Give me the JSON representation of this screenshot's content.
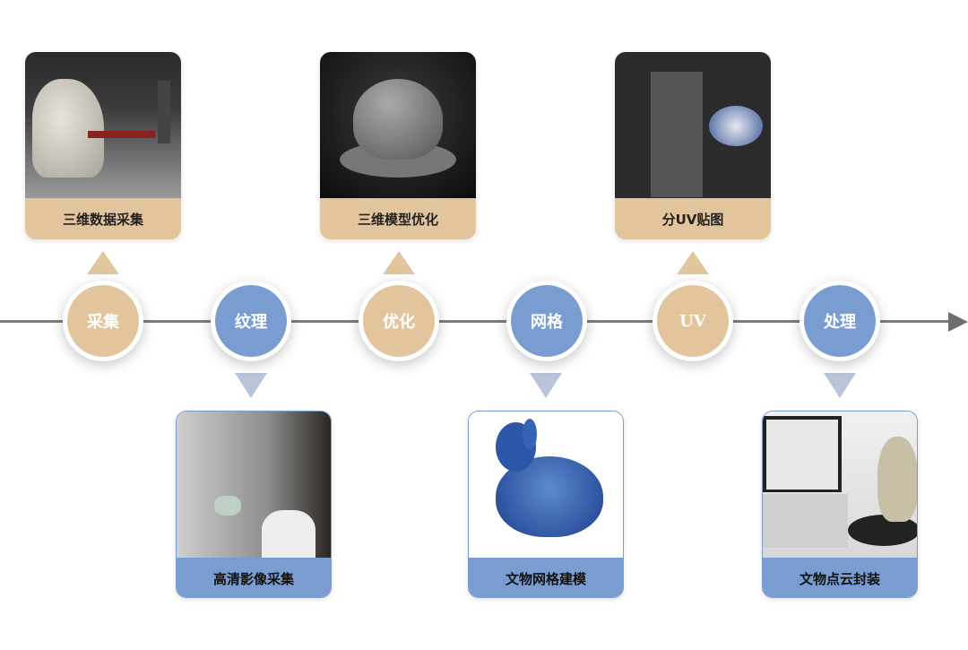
{
  "colors": {
    "tan": "#e3c59d",
    "blue": "#7a9dd1",
    "axis": "#7d7d7d"
  },
  "steps": [
    {
      "node": "采集",
      "card": "三维数据采集"
    },
    {
      "node": "纹理",
      "card": "高清影像采集"
    },
    {
      "node": "优化",
      "card": "三维模型优化"
    },
    {
      "node": "网格",
      "card": "文物网格建模"
    },
    {
      "node": "UV",
      "card": "分UV贴图"
    },
    {
      "node": "处理",
      "card": "文物点云封装"
    }
  ]
}
